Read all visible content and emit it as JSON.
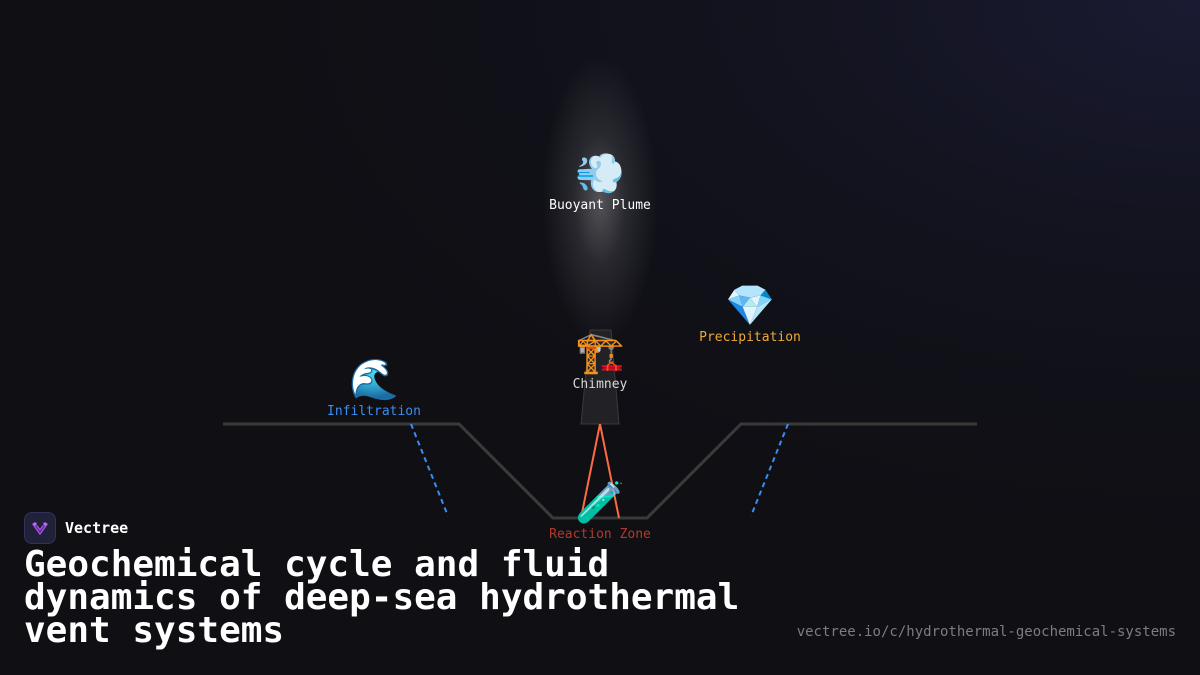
{
  "brand": {
    "name": "Vectree"
  },
  "title": "Geochemical cycle and fluid dynamics of deep-sea hydrothermal vent systems",
  "url": "vectree.io/c/hydrothermal-geochemical-systems",
  "diagram": {
    "nodes": [
      {
        "id": "plume",
        "emoji": "💨",
        "label": "Buoyant Plume",
        "color": "#ffffff"
      },
      {
        "id": "precipitation",
        "emoji": "💎",
        "label": "Precipitation",
        "color": "#f0a83a"
      },
      {
        "id": "chimney",
        "emoji": "🏗️",
        "label": "Chimney",
        "color": "#d8d8d8"
      },
      {
        "id": "infiltration",
        "emoji": "🌊",
        "label": "Infiltration",
        "color": "#3a8ef0"
      },
      {
        "id": "reaction",
        "emoji": "🧪",
        "label": "Reaction Zone",
        "color": "#b23a2a"
      }
    ]
  },
  "colors": {
    "background": "#0f0f14",
    "seafloor": "#3a3a3a",
    "infiltration_flow": "#3a8ef0",
    "hot_fluid": "#ff6a45",
    "chimney_body": "#222226"
  }
}
